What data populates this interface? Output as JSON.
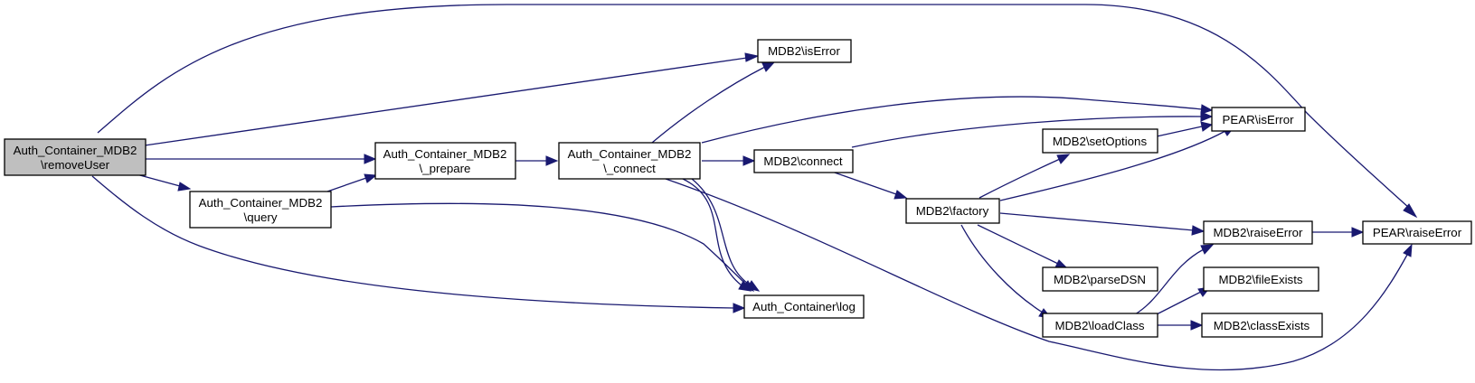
{
  "colors": {
    "edge": "#191970",
    "root_fill": "#bfbfbf",
    "node_fill": "#ffffff",
    "border": "#000000"
  },
  "nodes": {
    "root": [
      "Auth_Container_MDB2",
      "\\removeUser"
    ],
    "prepare": [
      "Auth_Container_MDB2",
      "\\_prepare"
    ],
    "query": [
      "Auth_Container_MDB2",
      "\\query"
    ],
    "connect_ac": [
      "Auth_Container_MDB2",
      "\\_connect"
    ],
    "mdb2_iserror": [
      "MDB2\\isError"
    ],
    "mdb2_connect": [
      "MDB2\\connect"
    ],
    "auth_log": [
      "Auth_Container\\log"
    ],
    "mdb2_factory": [
      "MDB2\\factory"
    ],
    "mdb2_setoptions": [
      "MDB2\\setOptions"
    ],
    "pear_iserror": [
      "PEAR\\isError"
    ],
    "mdb2_raiseerror": [
      "MDB2\\raiseError"
    ],
    "pear_raiseerror": [
      "PEAR\\raiseError"
    ],
    "mdb2_parsedsn": [
      "MDB2\\parseDSN"
    ],
    "mdb2_loadclass": [
      "MDB2\\loadClass"
    ],
    "mdb2_fileexists": [
      "MDB2\\fileExists"
    ],
    "mdb2_classexists": [
      "MDB2\\classExists"
    ]
  }
}
